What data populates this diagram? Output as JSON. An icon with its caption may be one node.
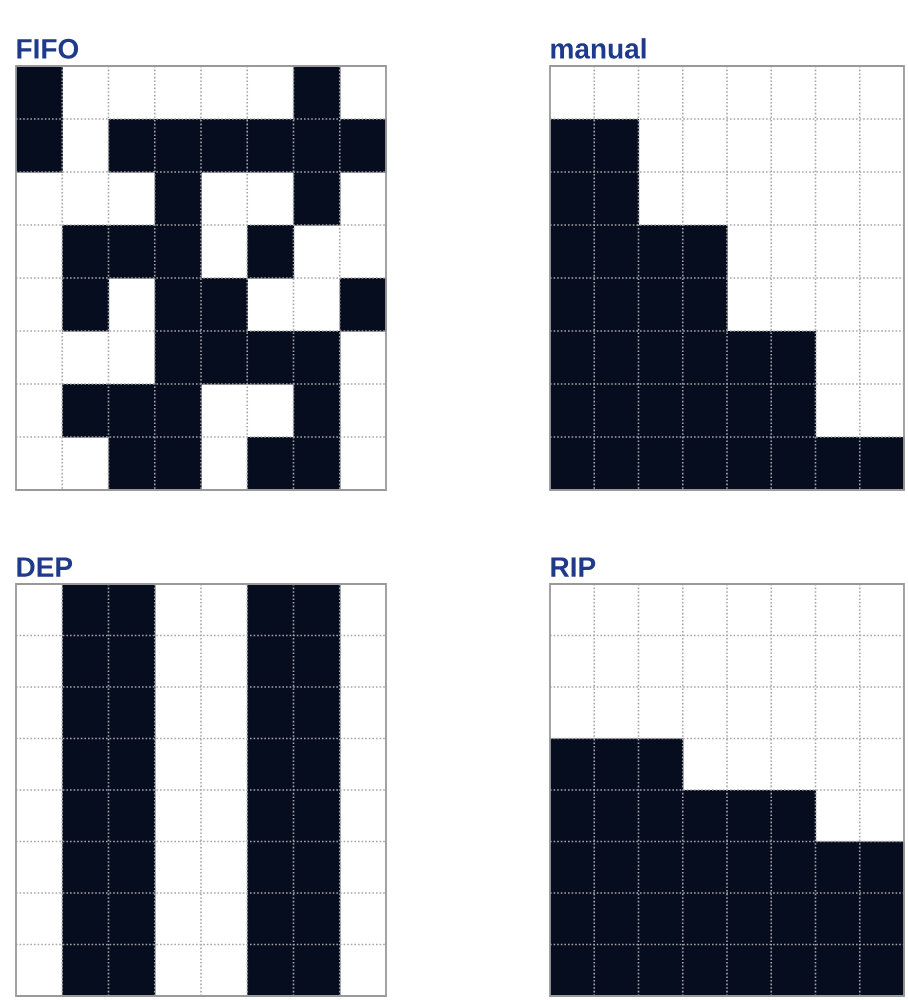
{
  "diagram": {
    "nodes": [
      {
        "text": [
          "FIFO"
        ]
      },
      {
        "text": [
          "manual"
        ]
      },
      {
        "text": [
          "DEP"
        ]
      },
      {
        "text": [
          "RIP"
        ]
      }
    ]
  }
}
